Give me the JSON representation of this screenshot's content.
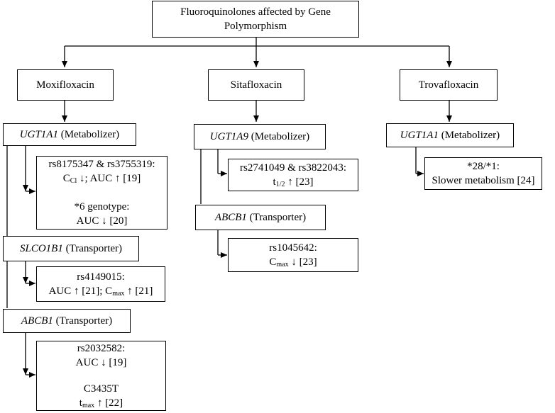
{
  "title": {
    "line1": "Fluoroquinolones affected by Gene",
    "line2": "Polymorphism"
  },
  "drugs": {
    "moxifloxacin": "Moxifloxacin",
    "sitafloxacin": "Sitafloxacin",
    "trovafloxacin": "Trovafloxacin"
  },
  "moxi": {
    "ugt": {
      "gene": "UGT1A1",
      "role": "(Metabolizer)"
    },
    "ugt_effects": {
      "l1": "rs8175347 & rs3755319:",
      "l2_pre": "C",
      "l2_sub": "Cl",
      "l2_post": " ↓; AUC ↑ [19]",
      "l3": "*6 genotype:",
      "l4": "AUC ↓ [20]"
    },
    "slco": {
      "gene": "SLCO1B1",
      "role": "(Transporter)"
    },
    "slco_effects": {
      "l1": "rs4149015:",
      "l2_pre": "AUC ↑ [21]; C",
      "l2_sub": "max",
      "l2_post": " ↑ [21]"
    },
    "abcb": {
      "gene": "ABCB1",
      "role": "(Transporter)"
    },
    "abcb_effects": {
      "l1": "rs2032582:",
      "l2": "AUC ↓ [19]",
      "l3": "C3435T",
      "l4_pre": "t",
      "l4_sub": "max",
      "l4_post": " ↑ [22]"
    }
  },
  "sita": {
    "ugt": {
      "gene": "UGT1A9",
      "role": "(Metabolizer)"
    },
    "ugt_effects": {
      "l1": "rs2741049 & rs3822043:",
      "l2_pre": "t",
      "l2_sub": "1/2",
      "l2_post": " ↑ [23]"
    },
    "abcb": {
      "gene": "ABCB1",
      "role": "(Transporter)"
    },
    "abcb_effects": {
      "l1": "rs1045642:",
      "l2_pre": "C",
      "l2_sub": "max",
      "l2_post": " ↓ [23]"
    }
  },
  "trova": {
    "ugt": {
      "gene": "UGT1A1",
      "role": "(Metabolizer)"
    },
    "ugt_effects": {
      "l1": "*28/*1:",
      "l2": "Slower metabolism [24]"
    }
  }
}
